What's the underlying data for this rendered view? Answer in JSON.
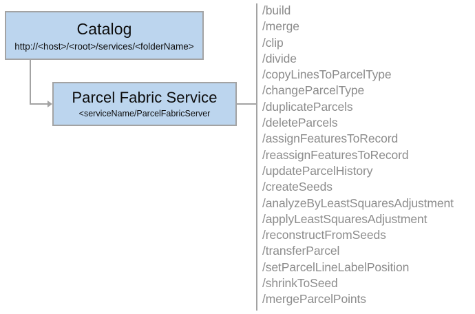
{
  "diagram": {
    "title": "Parcel Fabric Service",
    "colors": {
      "node_fill": "#bcd5ee",
      "node_border": "#a3a3a3",
      "connector": "#a3a3a3",
      "operation_text": "#8c8c8c",
      "node_text": "#0d0d0d",
      "background": "#ffffff"
    },
    "nodes": [
      {
        "id": "catalog",
        "title": "Catalog",
        "subtitle": "http://<host>/<root>/services/<folderName>"
      },
      {
        "id": "parcel-fabric-service",
        "title": "Parcel Fabric Service",
        "subtitle": "<serviceName/ParcelFabricServer"
      }
    ],
    "operations": [
      "/build",
      "/merge",
      "/clip",
      "/divide",
      "/copyLinesToParcelType",
      "/changeParcelType",
      "/duplicateParcels",
      "/deleteParcels",
      "/assignFeaturesToRecord",
      "/reassignFeaturesToRecord",
      "/updateParcelHistory",
      "/createSeeds",
      "/analyzeByLeastSquaresAdjustment",
      "/applyLeastSquaresAdjustment",
      "/reconstructFromSeeds",
      "/transferParcel",
      "/setParcelLineLabelPosition",
      "/shrinkToSeed",
      "/mergeParcelPoints"
    ]
  }
}
